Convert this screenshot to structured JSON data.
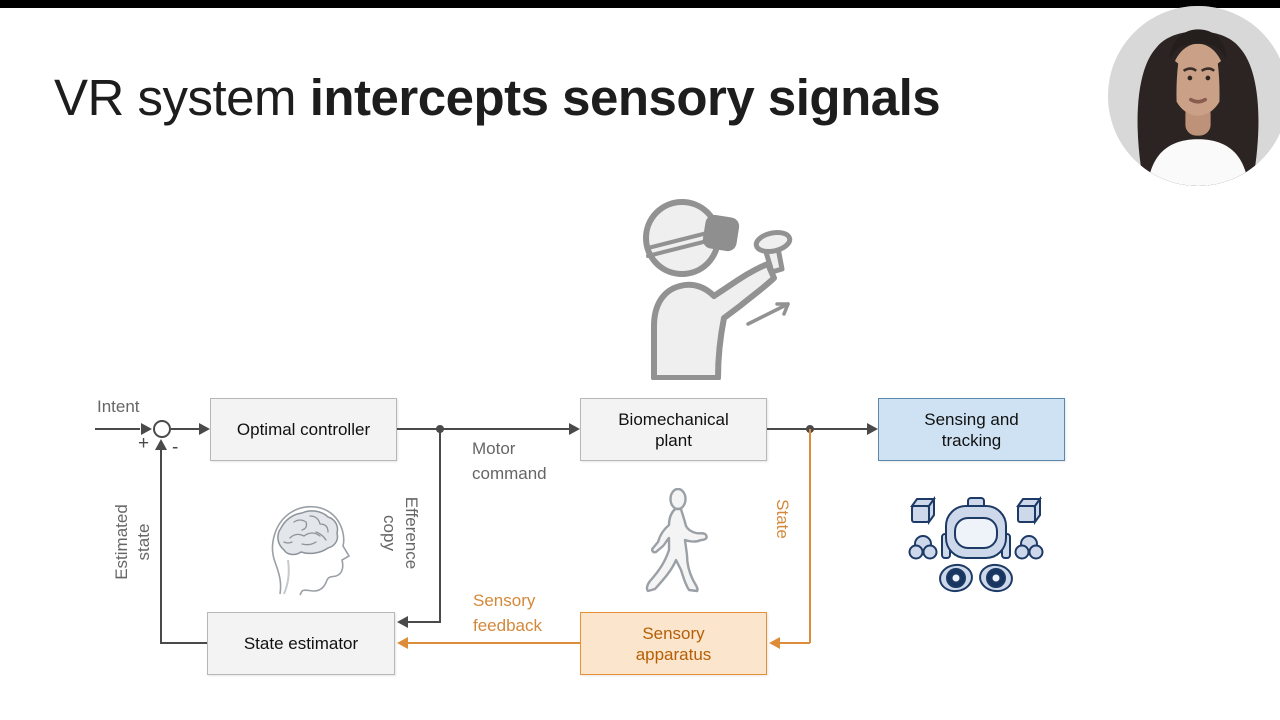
{
  "slide": {
    "title": {
      "prefix": "VR system ",
      "emphasis": "intercepts sensory signals"
    }
  },
  "diagram": {
    "nodes": {
      "optimal_controller": {
        "label": "Optimal controller"
      },
      "biomechanical_plant": {
        "label": "Biomechanical plant"
      },
      "sensing_tracking": {
        "label": "Sensing and tracking"
      },
      "state_estimator": {
        "label": "State estimator"
      },
      "sensory_apparatus": {
        "label": "Sensory apparatus"
      }
    },
    "labels": {
      "intent": "Intent",
      "motor_command": "Motor command",
      "efference_copy": "Efference copy",
      "estimated_state": "Estimated state",
      "state": "State",
      "sensory_feedback": "Sensory feedback",
      "sum_plus": "+",
      "sum_minus": "-"
    },
    "colors": {
      "line_dark": "#4a4a4a",
      "line_orange": "#dd8d3a",
      "label_gray": "#666666",
      "box_gray_fill": "#f3f3f3",
      "box_blue_fill": "#cfe2f3",
      "box_blue_border": "#5b88ad",
      "box_orange_fill": "#fce5cd",
      "box_orange_border": "#e69138",
      "box_orange_text": "#b45f06"
    },
    "icons": {
      "vr_user": "vr-user-icon",
      "brain": "brain-profile-icon",
      "walking_person": "walking-person-icon",
      "vr_equipment": "vr-headset-trackers-icon"
    }
  }
}
